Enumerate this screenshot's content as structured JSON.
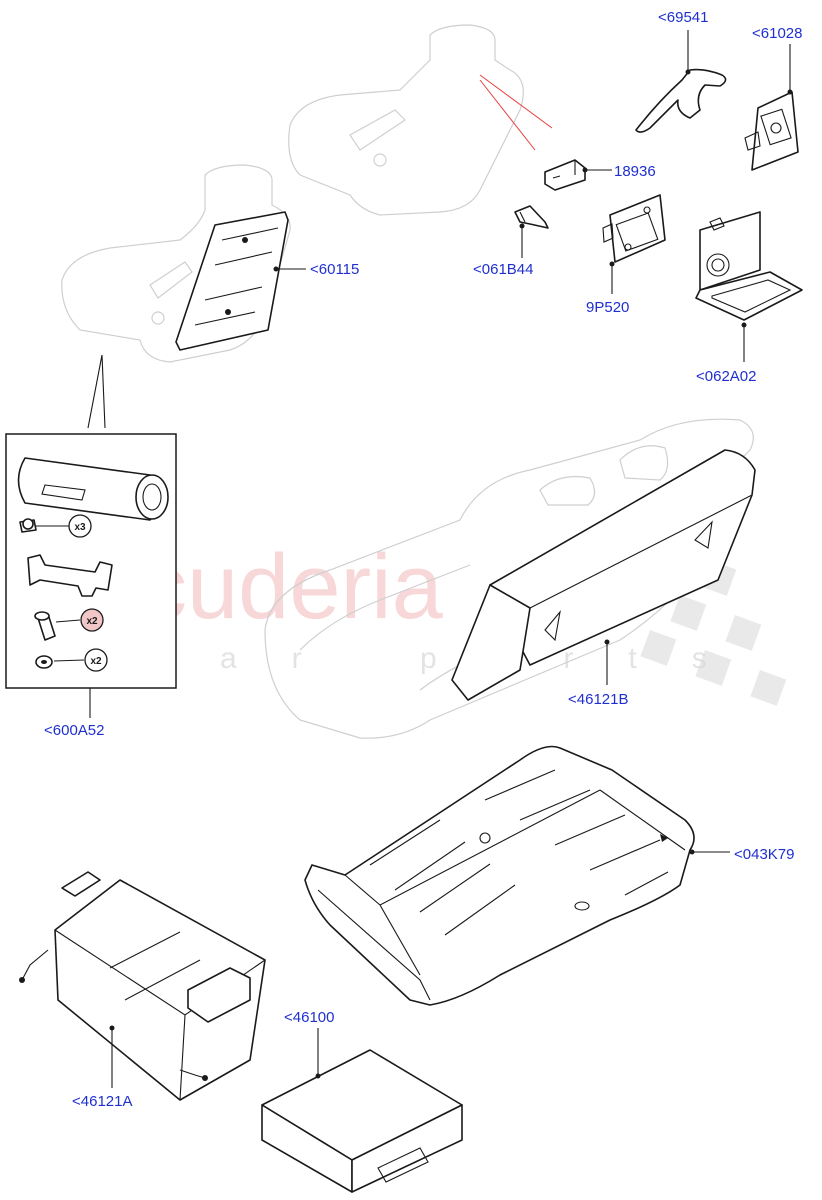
{
  "watermark": {
    "brand": "scuderia",
    "tagline": "car parts"
  },
  "badges": {
    "clip_qty": "x3",
    "bolt_qty": "x2",
    "washer_qty": "x2"
  },
  "labels": {
    "part_69541": "<69541",
    "part_61028": "<61028",
    "part_18936": "18936",
    "part_061B44": "<061B44",
    "part_9P520": "9P520",
    "part_062A02": "<062A02",
    "part_60115": "<60115",
    "part_600A52": "<600A52",
    "part_46121B": "<46121B",
    "part_043K79": "<043K79",
    "part_46121A": "<46121A",
    "part_46100": "<46100"
  }
}
